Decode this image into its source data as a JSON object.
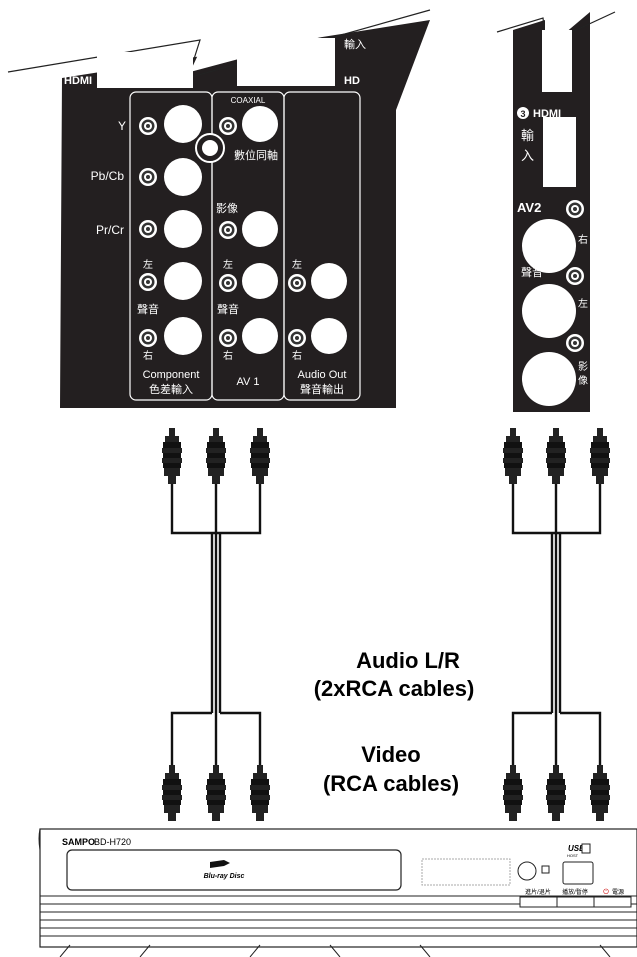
{
  "left_panel": {
    "component": {
      "labels": [
        "Y",
        "Pb/Cb",
        "Pr/Cr"
      ],
      "audio_left": "左",
      "audio_group": "聲音",
      "audio_right": "右",
      "title_en": "Component",
      "title_zh": "色差輸入"
    },
    "av1": {
      "coaxial": "COAXIAL",
      "coaxial_zh": "數位同軸",
      "video_zh": "影像",
      "audio_left": "左",
      "audio_group": "聲音",
      "audio_right": "右",
      "title": "AV 1"
    },
    "audio_out": {
      "left": "左",
      "right": "右",
      "title_en": "Audio Out",
      "title_zh": "聲音輸出"
    },
    "hdmi_left": "HDMI",
    "hdmi_right": "HD",
    "input_partial": "輸入"
  },
  "right_panel": {
    "hdmi_num": "3",
    "hdmi_label": "HDMI",
    "input_line1": "輸",
    "input_line2": "入",
    "av2": "AV2",
    "right": "右",
    "audio_group": "聲音",
    "left": "左",
    "video_line1": "影",
    "video_line2": "像"
  },
  "cable_labels": {
    "audio_title": "Audio L/R",
    "audio_sub": "(2xRCA cables)",
    "video_title": "Video",
    "video_sub": "(RCA cables)"
  },
  "player": {
    "brand": "SAMPO",
    "model": "BD-H720",
    "disc_logo": "Blu-ray Disc",
    "usb": "USB",
    "usb_sub": "HOST",
    "buttons": [
      "進片/退片",
      "播放/暫停",
      "電源"
    ]
  }
}
